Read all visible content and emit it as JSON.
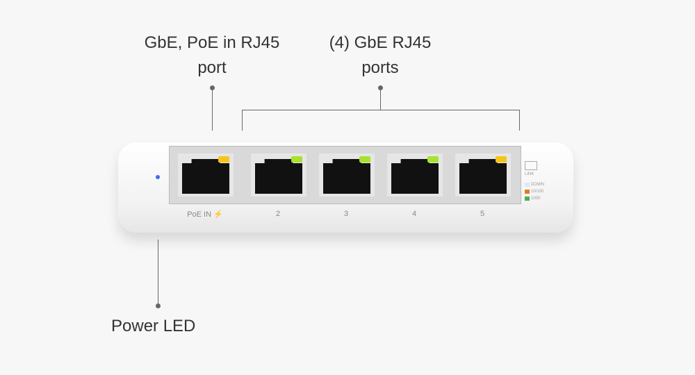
{
  "callouts": {
    "poe_port": [
      "GbE, PoE in RJ45",
      "port"
    ],
    "gbe_ports": [
      "(4) GbE RJ45",
      "ports"
    ],
    "power_led": "Power LED"
  },
  "ports": [
    {
      "label": "PoE IN ⚡",
      "led_color": "#f5c518"
    },
    {
      "label": "2",
      "led_color": "#a6e22e"
    },
    {
      "label": "3",
      "led_color": "#a6e22e"
    },
    {
      "label": "4",
      "led_color": "#a6e22e"
    },
    {
      "label": "5",
      "led_color": "#f5c518"
    }
  ],
  "legend": {
    "title": "LINK",
    "items": [
      {
        "label": "DOWN",
        "color": "#dbe9f7"
      },
      {
        "label": "10/100",
        "color": "#e07b22"
      },
      {
        "label": "1000",
        "color": "#4caf50"
      }
    ]
  },
  "power_led_color": "#3a6ff0"
}
